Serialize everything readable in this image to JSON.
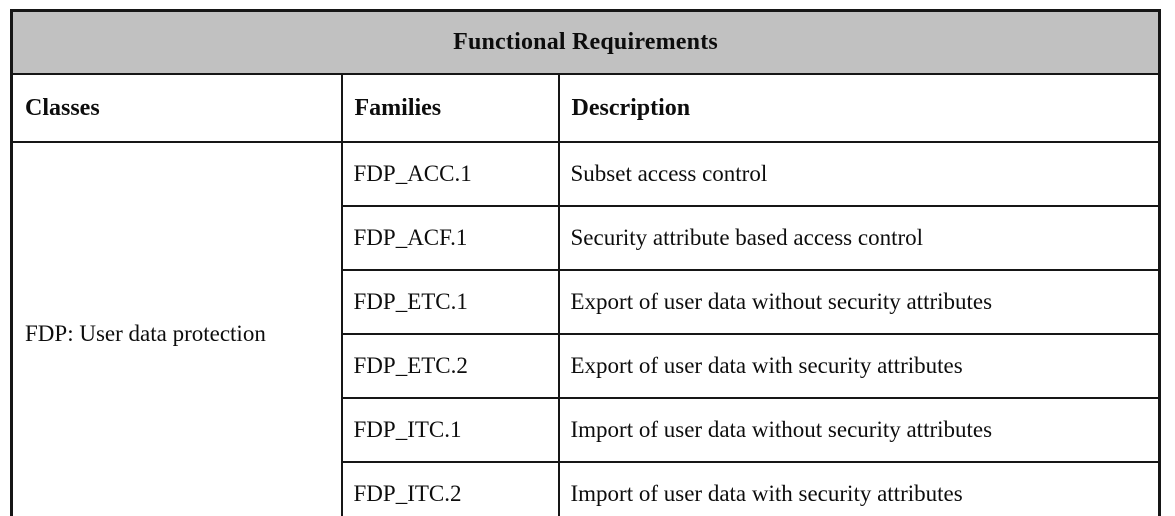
{
  "table": {
    "title": "Functional Requirements",
    "columns": {
      "classes": "Classes",
      "families": "Families",
      "description": "Description"
    },
    "class_label": "FDP: User data protection",
    "rows": [
      {
        "family": "FDP_ACC.1",
        "description": "Subset access control"
      },
      {
        "family": "FDP_ACF.1",
        "description": "Security attribute based access control"
      },
      {
        "family": "FDP_ETC.1",
        "description": "Export of user data without security attributes"
      },
      {
        "family": "FDP_ETC.2",
        "description": "Export of user data with security attributes"
      },
      {
        "family": "FDP_ITC.1",
        "description": "Import of user data without security attributes"
      },
      {
        "family": "FDP_ITC.2",
        "description": "Import of user data with security attributes"
      }
    ],
    "colors": {
      "title_background": "#c1c1c1",
      "border": "#161616",
      "text": "#0d0d0d",
      "cell_background": "#ffffff"
    }
  }
}
